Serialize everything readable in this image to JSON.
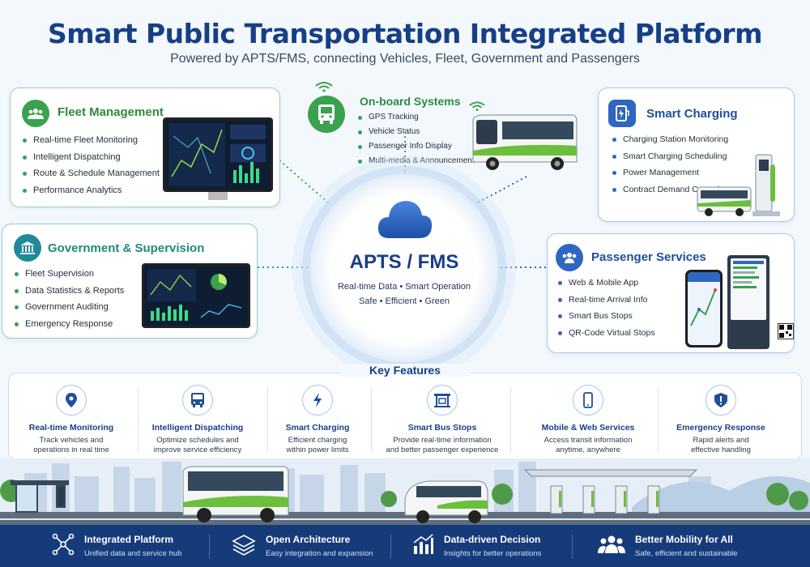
{
  "header": {
    "title": "Smart Public Transportation Integrated Platform",
    "subtitle": "Powered by APTS/FMS, connecting Vehicles, Fleet, Government and Passengers"
  },
  "hub": {
    "title": "APTS / FMS",
    "line1": "Real-time Data • Smart Operation",
    "line2": "Safe • Efficient • Green"
  },
  "modules": {
    "fleet": {
      "title": "Fleet Management",
      "items": [
        "Real-time Fleet Monitoring",
        "Intelligent Dispatching",
        "Route & Schedule Management",
        "Performance Analytics"
      ]
    },
    "government": {
      "title": "Government & Supervision",
      "items": [
        "Fleet Supervision",
        "Data Statistics & Reports",
        "Government Auditing",
        "Emergency Response"
      ]
    },
    "onboard": {
      "title": "On-board Systems",
      "items": [
        "GPS Tracking",
        "Vehicle Status",
        "Passenger Info Display",
        "Multi-media & Announcement"
      ]
    },
    "charging": {
      "title": "Smart Charging",
      "items": [
        "Charging Station Monitoring",
        "Smart Charging Scheduling",
        "Power Management",
        "Contract Demand Control"
      ]
    },
    "passenger": {
      "title": "Passenger Services",
      "items": [
        "Web & Mobile App",
        "Real-time Arrival Info",
        "Smart Bus Stops",
        "QR-Code Virtual Stops"
      ]
    }
  },
  "key_features": {
    "heading": "Key Features",
    "items": [
      {
        "title": "Real-time Monitoring",
        "desc": "Track vehicles and\noperations in real time",
        "icon": "location-pin-icon"
      },
      {
        "title": "Intelligent Dispatching",
        "desc": "Optimize schedules and\nimprove service efficiency",
        "icon": "bus-icon"
      },
      {
        "title": "Smart Charging",
        "desc": "Efficient charging\nwithin power limits",
        "icon": "lightning-icon"
      },
      {
        "title": "Smart Bus Stops",
        "desc": "Provide real-time information\nand better passenger experience",
        "icon": "bus-stop-icon"
      },
      {
        "title": "Mobile & Web Services",
        "desc": "Access transit information\nanytime, anywhere",
        "icon": "smartphone-icon"
      },
      {
        "title": "Emergency Response",
        "desc": "Rapid alerts and\neffective handling",
        "icon": "shield-alert-icon"
      }
    ]
  },
  "footer": {
    "items": [
      {
        "title": "Integrated Platform",
        "desc": "Unified data and service hub",
        "icon": "network-icon"
      },
      {
        "title": "Open Architecture",
        "desc": "Easy integration and expansion",
        "icon": "layers-icon"
      },
      {
        "title": "Data-driven Decision",
        "desc": "Insights for better operations",
        "icon": "bar-chart-icon"
      },
      {
        "title": "Better Mobility for All",
        "desc": "Safe, efficient and sustainable",
        "icon": "people-icon"
      }
    ]
  },
  "colors": {
    "primary": "#173f86",
    "green": "#3aa14f",
    "blue": "#2f66c0",
    "footer": "#163b7a"
  }
}
